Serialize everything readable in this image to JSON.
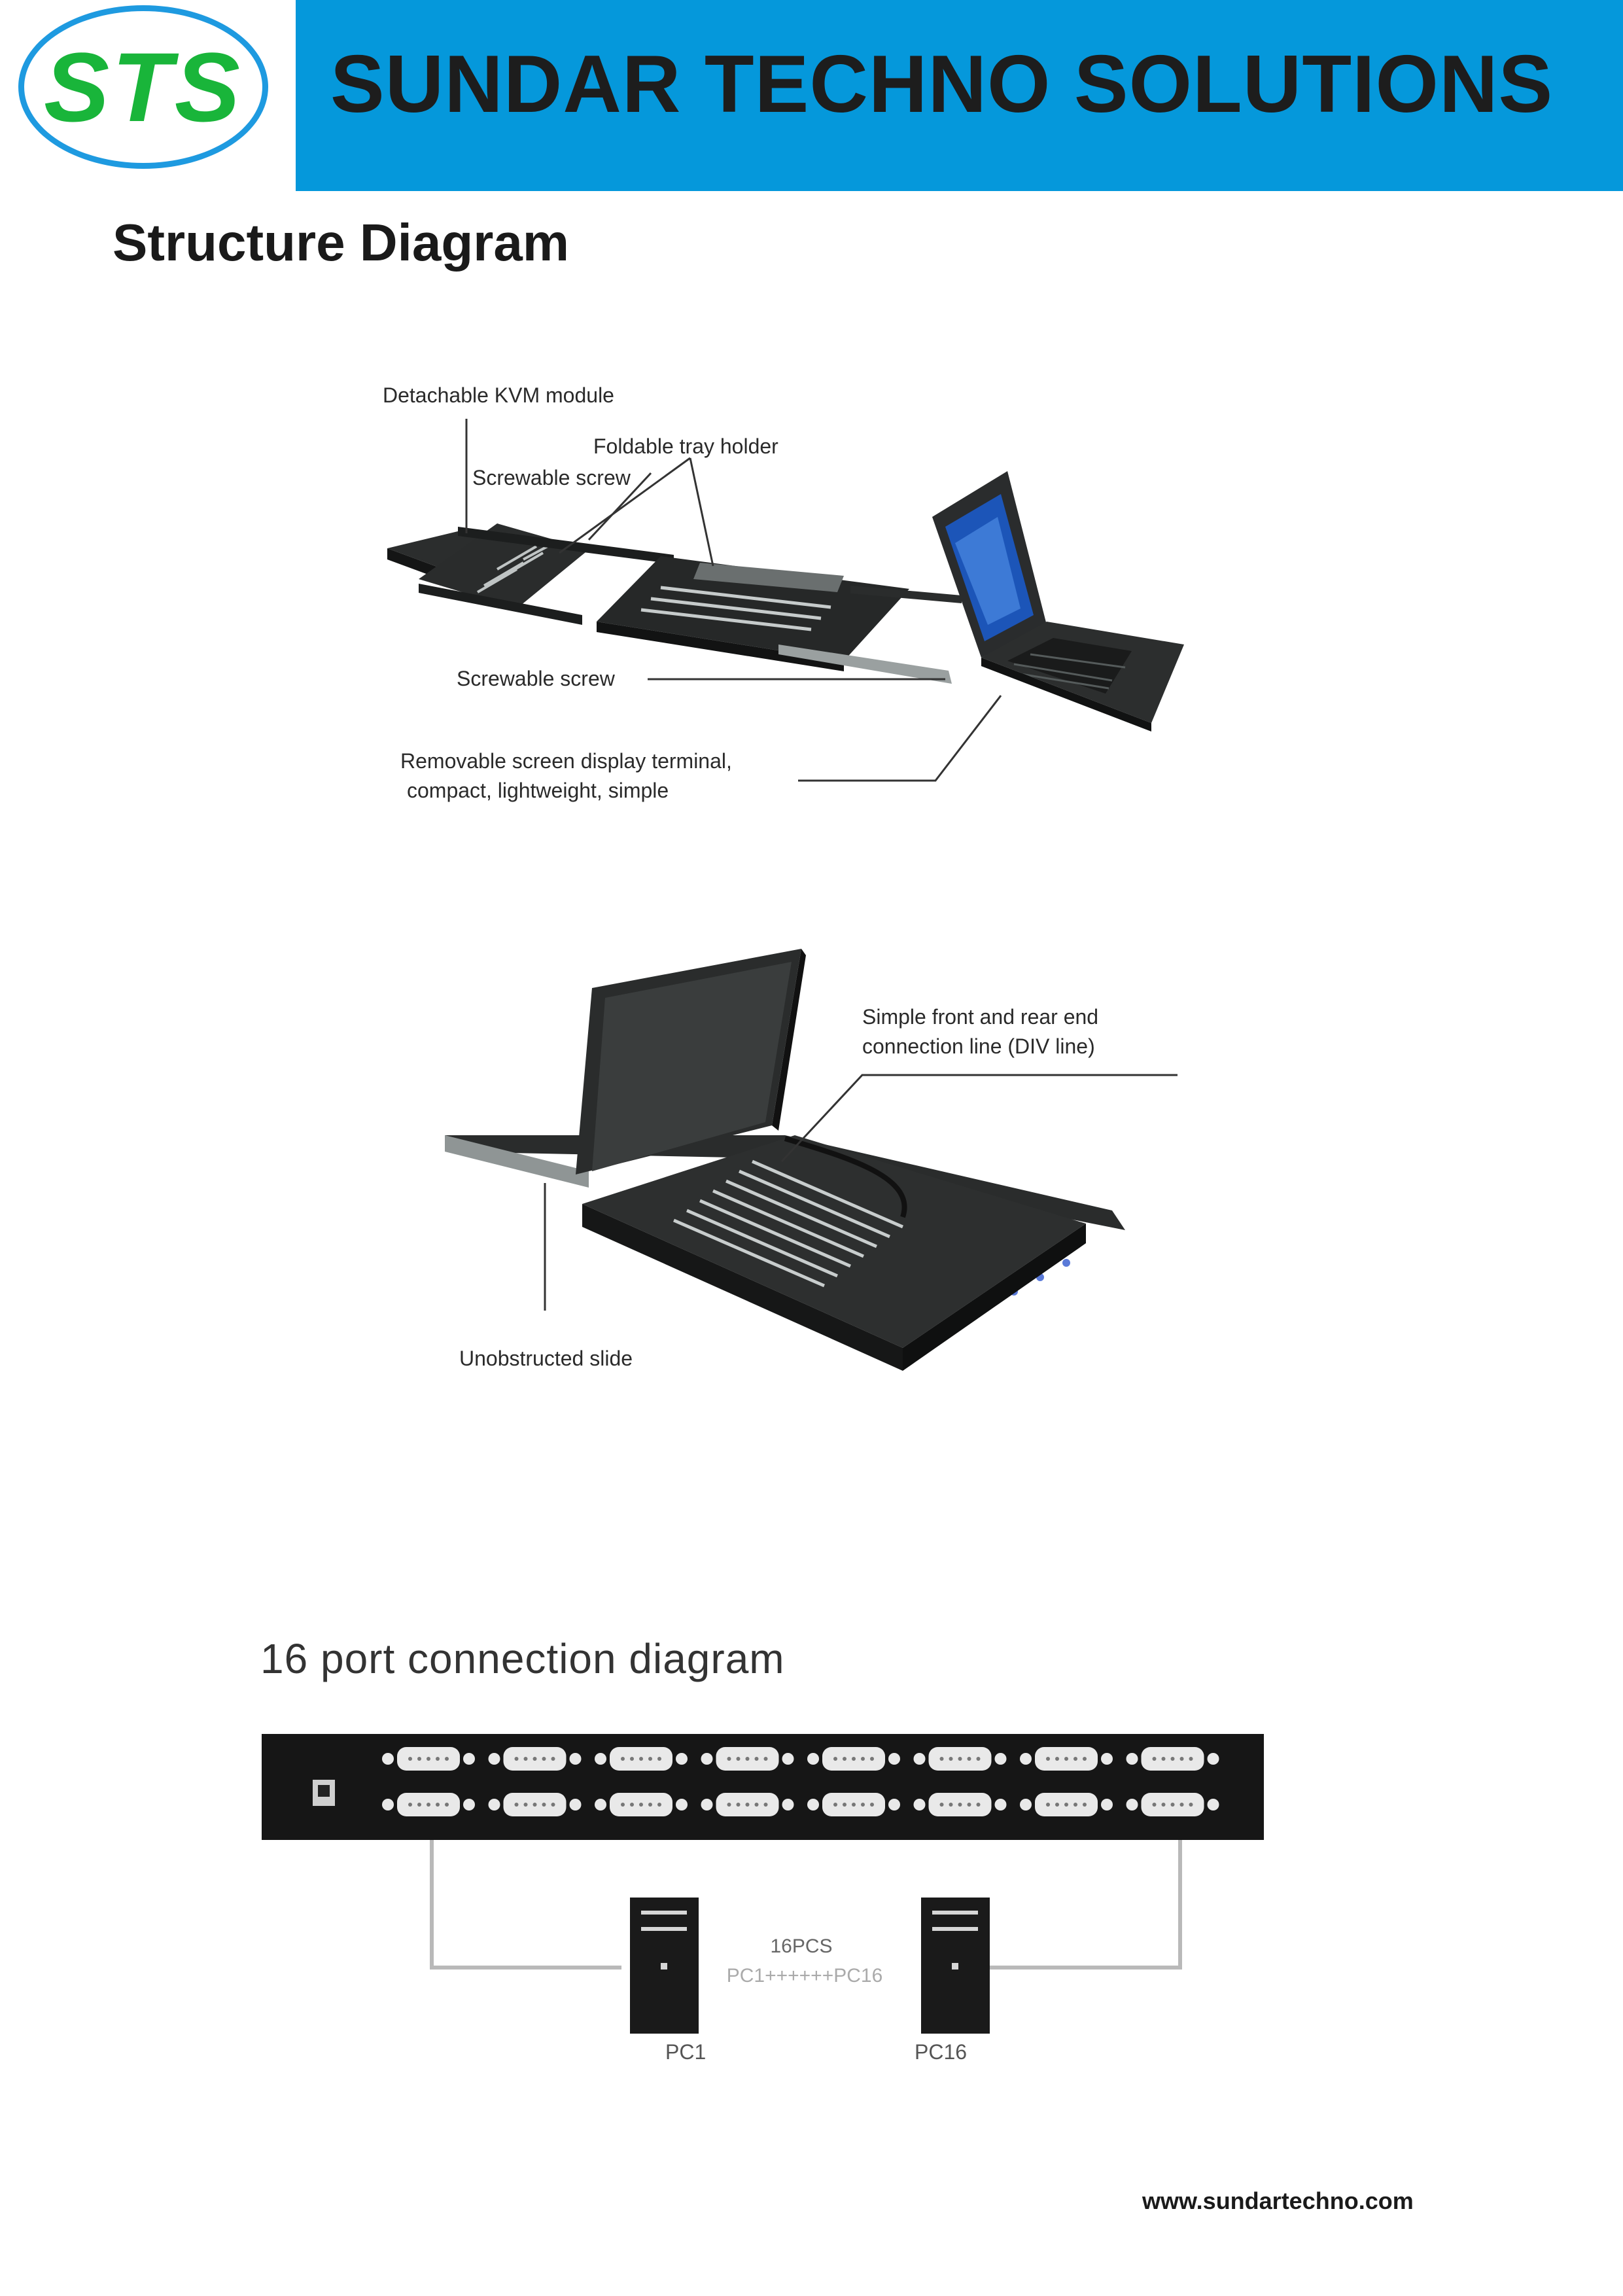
{
  "header": {
    "logo_text": "STS",
    "company_name": "SUNDAR TECHNO SOLUTIONS",
    "colors": {
      "banner": "#0598db",
      "logo_ring": "#1e9ae0",
      "logo_text": "#19b53a"
    }
  },
  "section_title": "Structure Diagram",
  "figure1": {
    "labels": {
      "kvm_module": "Detachable KVM module",
      "tray_holder": "Foldable tray holder",
      "screw_top": "Screwable screw",
      "screw_bottom": "Screwable screw",
      "screen_line1": "Removable screen display terminal,",
      "screen_line2": "compact, lightweight, simple"
    }
  },
  "figure2": {
    "labels": {
      "connection_line1": "Simple front and rear end",
      "connection_line2": "connection line (DIV line)",
      "slide": "Unobstructed slide"
    }
  },
  "figure3": {
    "title": "16 port  connection diagram",
    "center_label": "16PCS",
    "center_sub": "PC1++++++PC16",
    "pc_left": "PC1",
    "pc_right": "PC16"
  },
  "footer": {
    "url": "www.sundartechno.com"
  }
}
